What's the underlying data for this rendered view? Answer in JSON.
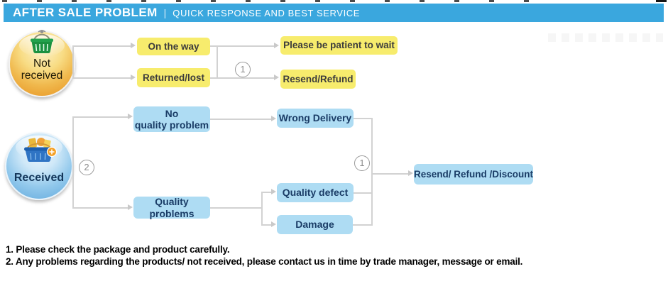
{
  "banner": {
    "title": "AFTER SALE PROBLEM",
    "separator": "|",
    "subtitle": "QUICK RESPONSE AND BEST SERVICE"
  },
  "nodes": {
    "not_received": {
      "line1": "Not",
      "line2": "received",
      "icon": "green-shopping-basket"
    },
    "received": {
      "label": "Received",
      "icon": "blue-shopping-basket"
    },
    "on_the_way": {
      "label": "On the way"
    },
    "returned_lost": {
      "label": "Returned/lost"
    },
    "be_patient": {
      "label": "Please be patient to wait"
    },
    "resend_refund": {
      "label": "Resend/Refund"
    },
    "no_quality_problem": {
      "line1": "No",
      "line2": "quality problem"
    },
    "quality_problems": {
      "label": "Quality problems"
    },
    "wrong_delivery": {
      "label": "Wrong Delivery"
    },
    "quality_defect": {
      "label": "Quality defect"
    },
    "damage": {
      "label": "Damage"
    },
    "resend_refund_discount": {
      "label": "Resend/ Refund /Discount"
    }
  },
  "markers": {
    "row1_split": "1",
    "row2_split": "2",
    "row2_merge": "1"
  },
  "notes": [
    "1. Please check the package and product carefully.",
    "2. Any problems regarding the products/ not received, please contact us in time by trade manager, message or email."
  ],
  "colors": {
    "banner_bg": "#3AA7DE",
    "banner_text": "#FFFFFF",
    "yellow_box": "#F7EC6D",
    "yellow_text": "#3C3C3C",
    "blue_box": "#AEDCF3",
    "blue_text": "#1A3C66",
    "connector": "#D2D2D2",
    "marker": "#8C8C8C",
    "gold_circle": "#EA9E2E",
    "blue_circle": "#5FA8DC"
  }
}
